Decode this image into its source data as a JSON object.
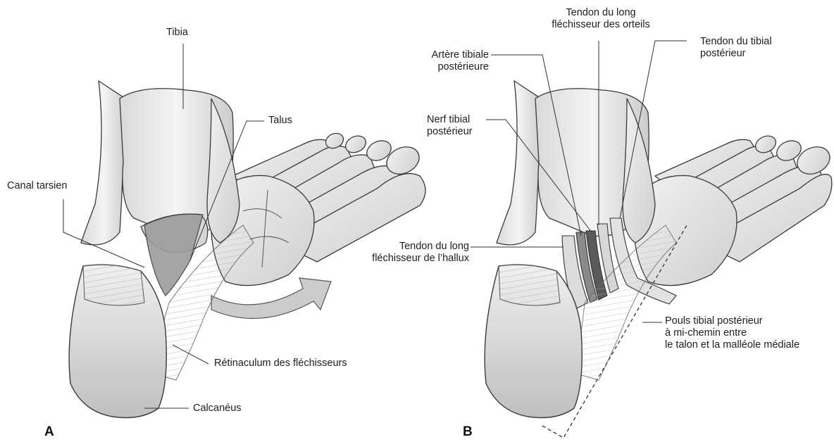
{
  "panels": {
    "a": {
      "letter": "A",
      "labels": {
        "tibia": "Tibia",
        "talus": "Talus",
        "canal_tarsien": "Canal tarsien",
        "retinaculum": "Rétinaculum des fléchisseurs",
        "calcaneus": "Calcanéus"
      }
    },
    "b": {
      "letter": "B",
      "labels": {
        "tendon_long_flechisseur_orteils": [
          "Tendon du long",
          "fléchisseur des orteils"
        ],
        "tendon_tibial_posterieur": [
          "Tendon du tibial",
          "postérieur"
        ],
        "artere_tibiale_posterieure": [
          "Artère tibiale",
          "postérieure"
        ],
        "nerf_tibial_posterieur": [
          "Nerf tibial",
          "postérieur"
        ],
        "tendon_long_flechisseur_hallux": [
          "Tendon du long",
          "fléchisseur de l’hallux"
        ],
        "pouls_tibial_posterieur": [
          "Pouls tibial postérieur",
          "à mi-chemin entre",
          "le talon et la malléole médiale"
        ]
      }
    }
  },
  "colors": {
    "bone": "#e4e4e4",
    "bone_shadow": "#bdbdbd",
    "outline": "#3a3a3a",
    "canal": "#9a9a9a",
    "arrow": "#c8c8c8",
    "leader": "#333333"
  }
}
